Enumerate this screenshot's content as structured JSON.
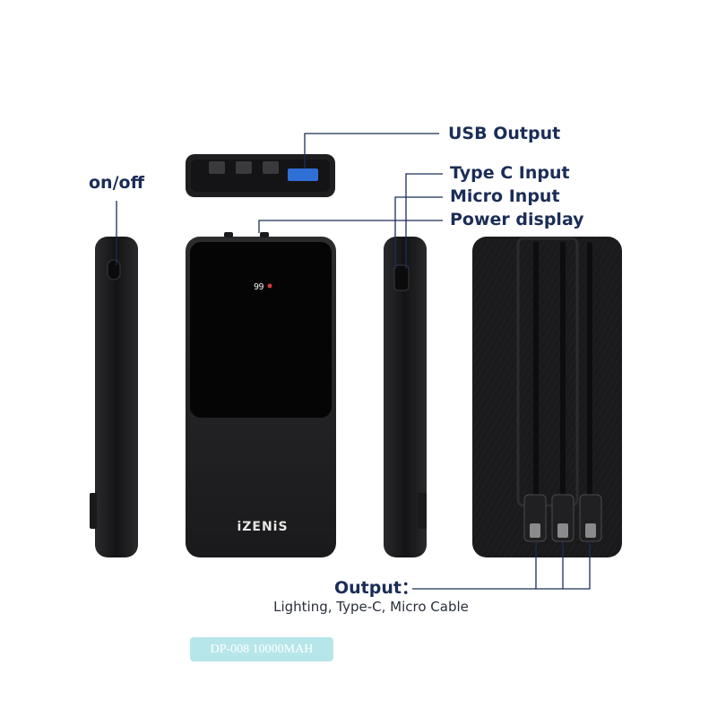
{
  "labels": {
    "usb_output": "USB Output",
    "on_off": "on/off",
    "type_c_input": "Type C Input",
    "micro_input": "Micro Input",
    "power_display": "Power display",
    "output": "Output：",
    "output_cables": "Lighting, Type-C, Micro Cable"
  },
  "device": {
    "brand": "iZENiS",
    "battery_readout": "99",
    "model": "DP-008 10000MAH"
  },
  "colors": {
    "label_text": "#1b2d57",
    "leader_line": "#1b2d57",
    "device_body": "#1c1c1e",
    "screen": "#050505",
    "usb_port_accent": "#2f6fd6",
    "badge_bg": "#b7e6ea"
  }
}
